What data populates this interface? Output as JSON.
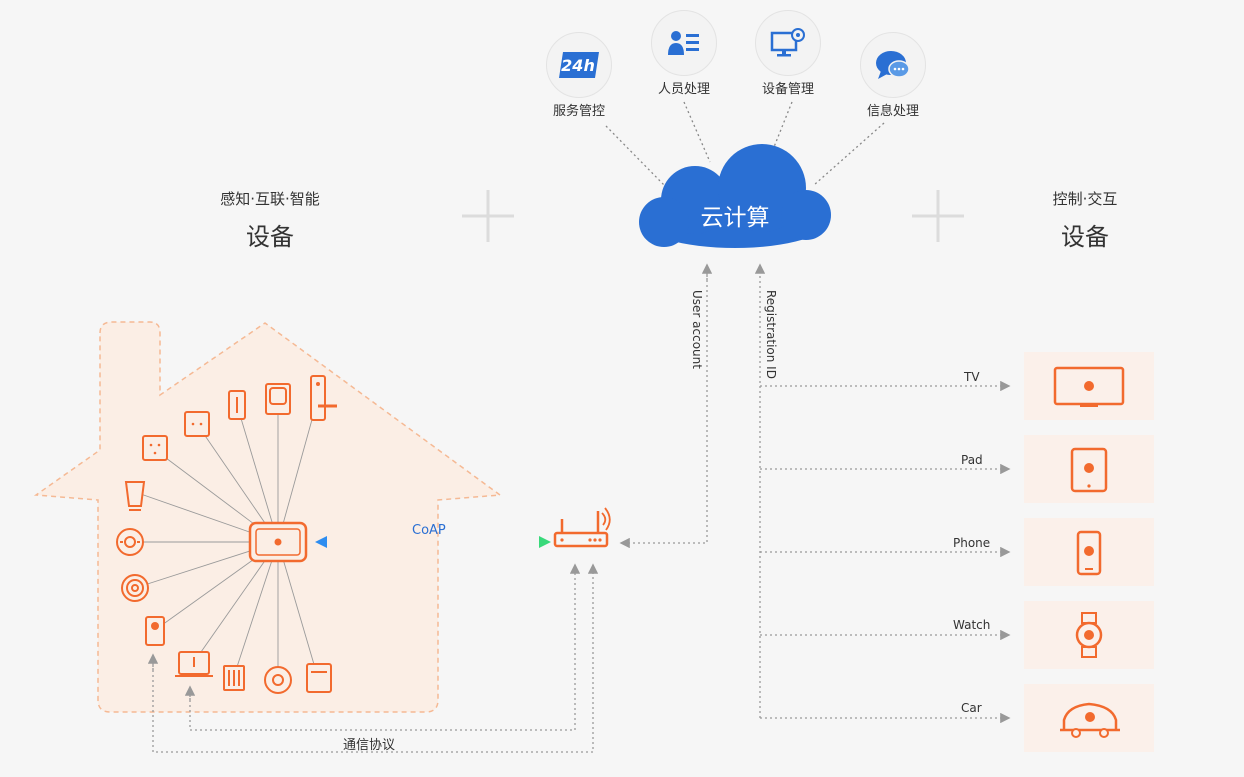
{
  "services": [
    {
      "label": "服务管控",
      "icon": "24h-icon",
      "badge": "24h"
    },
    {
      "label": "人员处理",
      "icon": "people-list-icon"
    },
    {
      "label": "设备管理",
      "icon": "monitor-gear-icon"
    },
    {
      "label": "信息处理",
      "icon": "chat-bubble-icon"
    }
  ],
  "cloud": {
    "label": "云计算"
  },
  "left_group": {
    "line1": "感知·互联·智能",
    "line2": "设备"
  },
  "right_group": {
    "line1": "控制·交互",
    "line2": "设备"
  },
  "vertical_labels": {
    "user_account": "User account",
    "registration_id": "Registration ID"
  },
  "coap": "CoAP",
  "protocol": "通信协议",
  "control_devices": [
    {
      "label": "TV",
      "icon": "tv-icon"
    },
    {
      "label": "Pad",
      "icon": "tablet-icon"
    },
    {
      "label": "Phone",
      "icon": "phone-icon"
    },
    {
      "label": "Watch",
      "icon": "watch-icon"
    },
    {
      "label": "Car",
      "icon": "car-icon"
    }
  ],
  "colors": {
    "accent": "#f26a2e",
    "cloud": "#2a6fd3",
    "house_fill": "#fbeee5",
    "coap_line_start": "#2e8df0",
    "coap_line_end": "#38d97a"
  }
}
